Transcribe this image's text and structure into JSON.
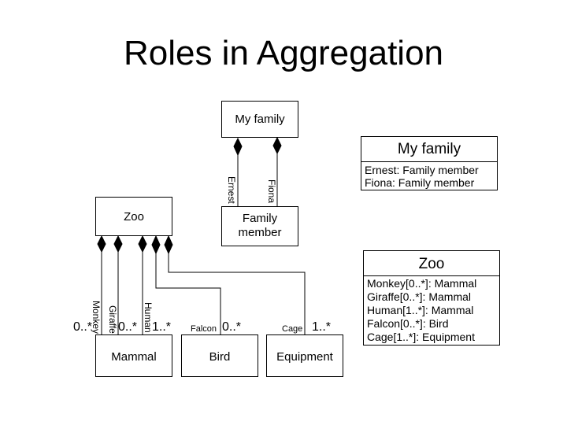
{
  "title": "Roles in Aggregation",
  "classes": {
    "my_family": "My family",
    "family_member": "Family\nmember",
    "zoo": "Zoo",
    "mammal": "Mammal",
    "bird": "Bird",
    "equipment": "Equipment"
  },
  "notes": {
    "family": {
      "heading": "My family",
      "lines": [
        "Ernest: Family member",
        "Fiona: Family member"
      ]
    },
    "zoo": {
      "heading": "Zoo",
      "lines": [
        "Monkey[0..*]: Mammal",
        "Giraffe[0..*]: Mammal",
        "Human[1..*]: Mammal",
        "Falcon[0..*]: Bird",
        "Cage[1..*]: Equipment"
      ]
    }
  },
  "roles": {
    "ernest": "Ernest",
    "fiona": "Fiona",
    "monkey": "Monkey",
    "giraffe": "Giraffe",
    "human": "Human",
    "falcon": "Falcon",
    "cage": "Cage"
  },
  "multiplicities": {
    "monkey": "0..*",
    "giraffe": "0..*",
    "human": "1..*",
    "falcon": "0..*",
    "cage": "1..*"
  }
}
